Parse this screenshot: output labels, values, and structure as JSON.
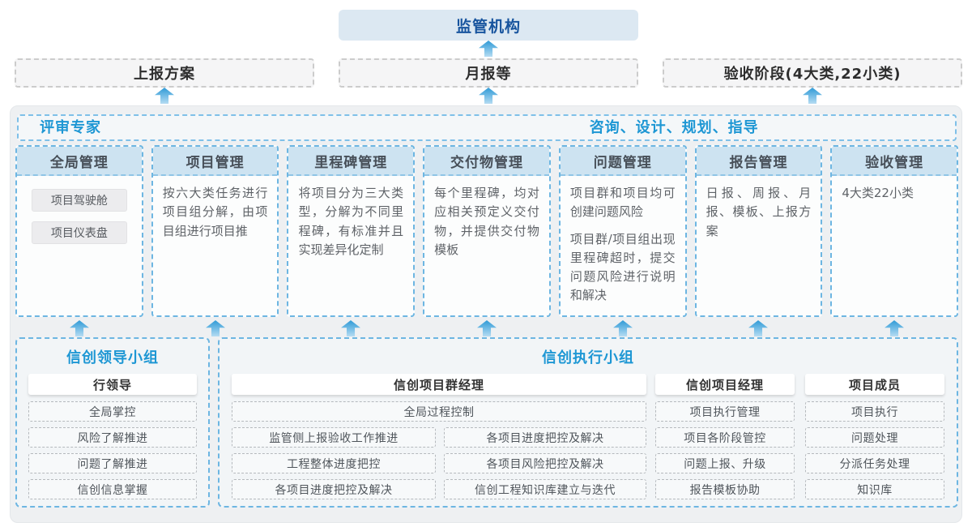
{
  "top": {
    "regulator_label": "监管机构",
    "channels": [
      {
        "label": "上报方案"
      },
      {
        "label": "月报等"
      },
      {
        "label": "验收阶段(4大类,22小类)"
      }
    ]
  },
  "main": {
    "role_left": "评审专家",
    "role_right": "咨询、设计、规划、指导",
    "columns": [
      {
        "title": "全局管理",
        "tags": [
          "项目驾驶舱",
          "项目仪表盘"
        ]
      },
      {
        "title": "项目管理",
        "paragraphs": [
          "按六大类任务进行项目组分解，由项目组进行项目推"
        ]
      },
      {
        "title": "里程碑管理",
        "paragraphs": [
          "将项目分为三大类型，分解为不同里程碑，有标准并且实现差异化定制"
        ]
      },
      {
        "title": "交付物管理",
        "paragraphs": [
          "每个里程碑，均对应相关预定义交付物，并提供交付物模板"
        ]
      },
      {
        "title": "问题管理",
        "paragraphs": [
          "项目群和项目均可创建问题风险",
          "项目群/项目组出现里程碑超时，提交问题风险进行说明和解决"
        ]
      },
      {
        "title": "报告管理",
        "paragraphs": [
          "日报、周报、月报、模板、上报方案"
        ]
      },
      {
        "title": "验收管理",
        "paragraphs": [
          "4大类22小类"
        ]
      }
    ]
  },
  "bottom": {
    "leader_group": {
      "title": "信创领导小组",
      "role": "行领导",
      "items": [
        "全局掌控",
        "风险了解推进",
        "问题了解推进",
        "信创信息掌握"
      ]
    },
    "exec_group": {
      "title": "信创执行小组",
      "program_manager": {
        "role": "信创项目群经理",
        "full_item": "全局过程控制",
        "left_items": [
          "监管侧上报验收工作推进",
          "工程整体进度把控",
          "各项目进度把控及解决"
        ],
        "right_items": [
          "各项目进度把控及解决",
          "各项目风险把控及解决",
          "信创工程知识库建立与迭代"
        ]
      },
      "project_manager": {
        "role": "信创项目经理",
        "items": [
          "项目执行管理",
          "项目各阶段管控",
          "问题上报、升级",
          "报告模板协助"
        ]
      },
      "member": {
        "role": "项目成员",
        "items": [
          "项目执行",
          "问题处理",
          "分派任务处理",
          "知识库"
        ]
      }
    }
  },
  "icons": {
    "up_arrow": "up-arrow-icon"
  },
  "colors": {
    "accent_blue": "#1e97d4",
    "navy_title": "#17549e",
    "regulator_bg": "#dce8f2",
    "column_border": "#6db6e2",
    "column_header_bg": "#cde3f1",
    "container_bg": "#eef0f2",
    "channel_bg": "#f5f5f6",
    "channel_border": "#cccccc",
    "arrow_blue": "#5aaede"
  }
}
